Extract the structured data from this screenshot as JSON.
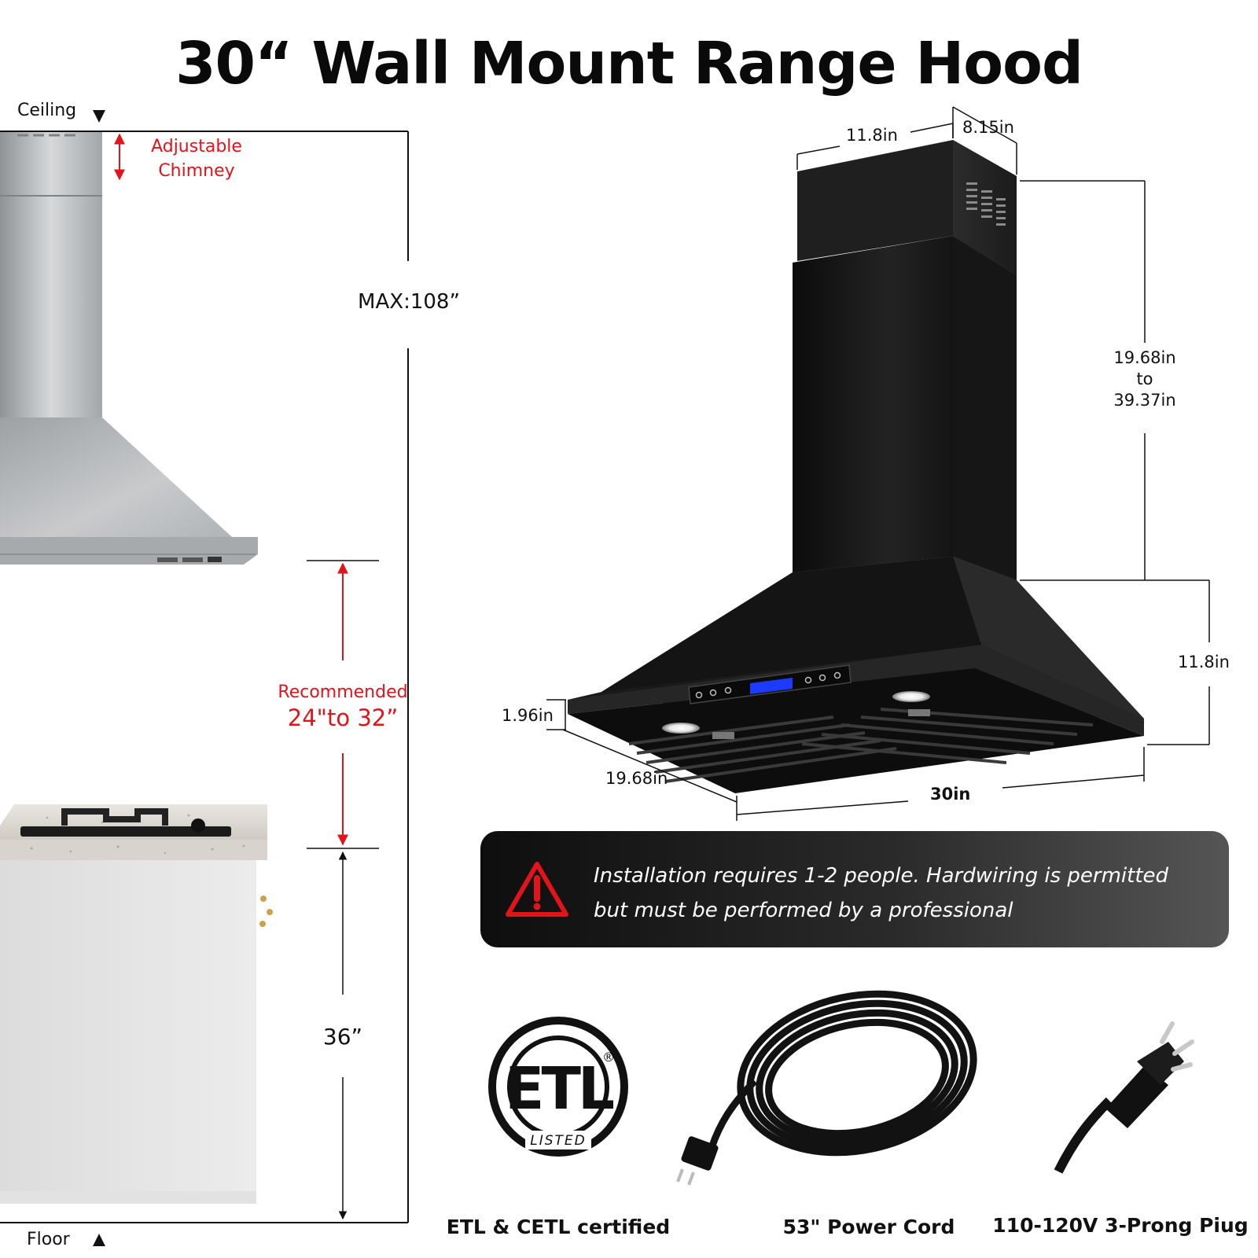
{
  "title": "30“ Wall Mount Range Hood",
  "installation_diagram": {
    "ceiling_label": "Ceiling",
    "floor_label": "Floor",
    "chimney_label_line1": "Adjustable",
    "chimney_label_line2": "Chimney",
    "max_height": "MAX:108”",
    "recommended_line1": "Recommended",
    "recommended_line2": "24\"to 32”",
    "counter_height": "36”"
  },
  "hood_dimensions": {
    "chimney_width": "11.8in",
    "chimney_depth": "8.15in",
    "chimney_height_line1": "19.68in",
    "chimney_height_line2": "to",
    "chimney_height_line3": "39.37in",
    "canopy_height": "11.8in",
    "edge_height": "1.96in",
    "depth": "19.68in",
    "width": "30in"
  },
  "warning": {
    "text_line1": "Installation requires 1-2 people. Hardwiring is permitted",
    "text_line2": "but must be performed by a professional"
  },
  "features": [
    {
      "caption": "ETL & CETL certified",
      "icon": "etl-listed-logo"
    },
    {
      "caption": "53\" Power Cord",
      "icon": "power-cord-image"
    },
    {
      "caption": "110-120V 3-Prong Piug",
      "icon": "plug-image"
    }
  ],
  "etl_logo": {
    "letters": "ETL",
    "listed": "LISTED",
    "registered": "®"
  },
  "colors": {
    "accent_red": "#e0141b",
    "hood_black": "#1a1a1a",
    "steel": "#b9bcbf",
    "display_blue": "#1d3bff"
  }
}
